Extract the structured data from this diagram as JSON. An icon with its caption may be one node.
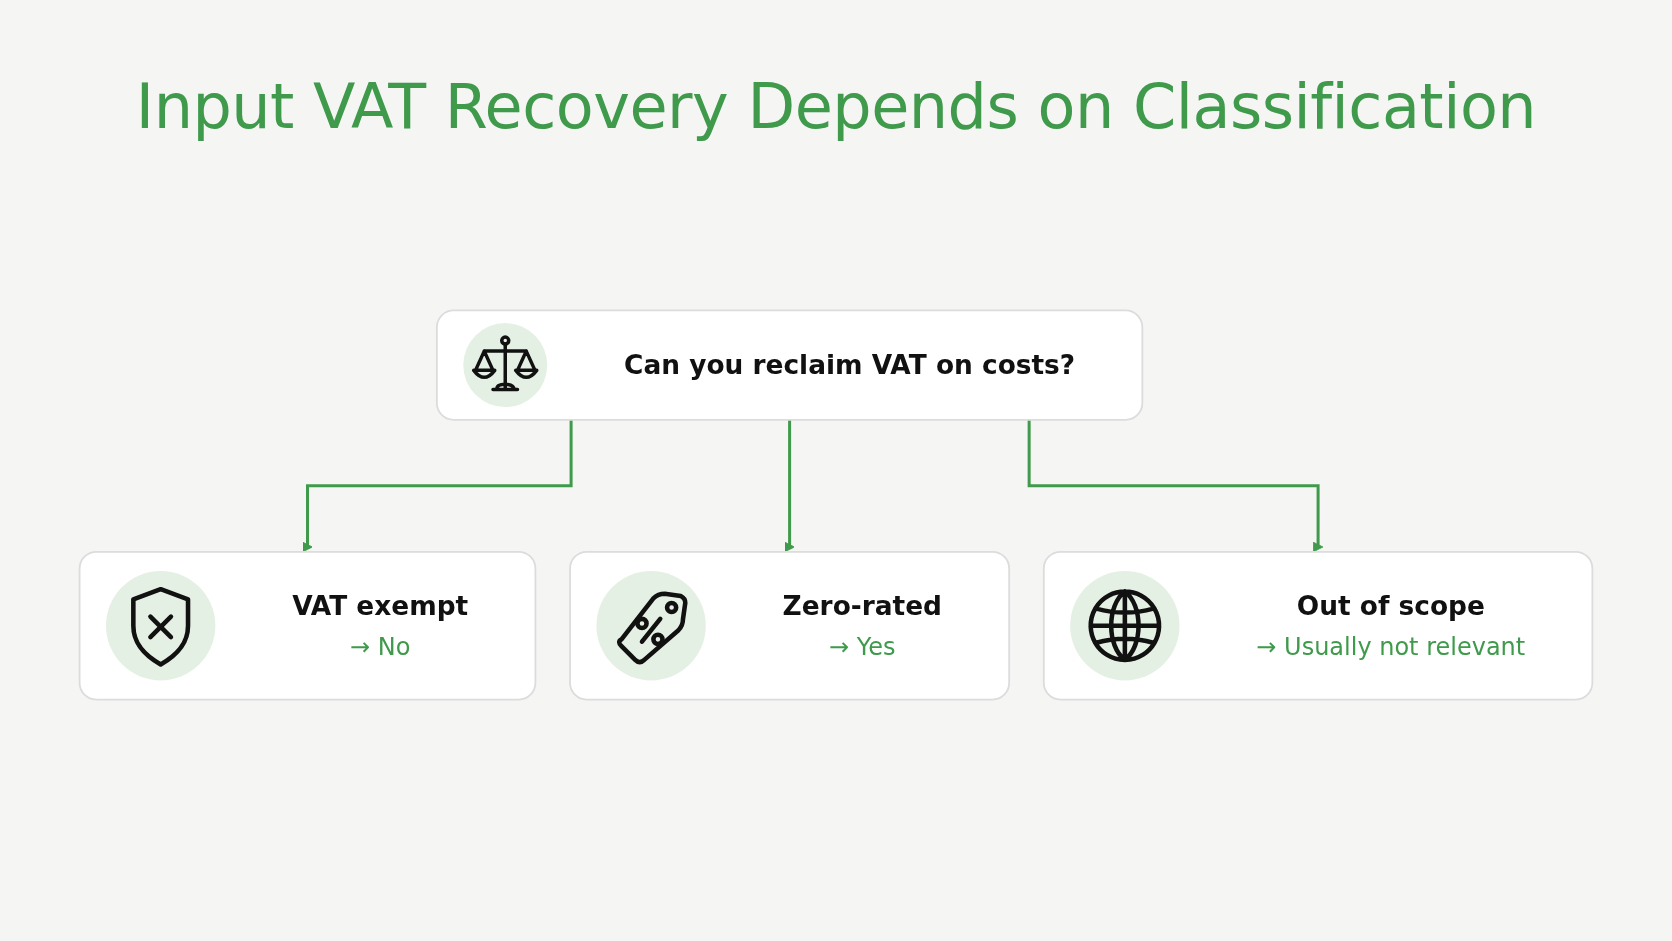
{
  "diagram": {
    "title": "Input VAT Recovery Depends on Classification",
    "nodes": [
      {
        "text": [
          "Can you reclaim VAT on costs?"
        ]
      },
      {
        "text": [
          "VAT exempt",
          "→ No"
        ]
      },
      {
        "text": [
          "Zero-rated",
          "→ Yes"
        ]
      },
      {
        "text": [
          "Out of scope",
          "→ Usually not relevant"
        ]
      }
    ],
    "edges": [
      {
        "from": 0,
        "to": 1,
        "arrow": "to"
      },
      {
        "from": 0,
        "to": 2,
        "arrow": "to"
      },
      {
        "from": 0,
        "to": 3,
        "arrow": "to"
      }
    ]
  }
}
